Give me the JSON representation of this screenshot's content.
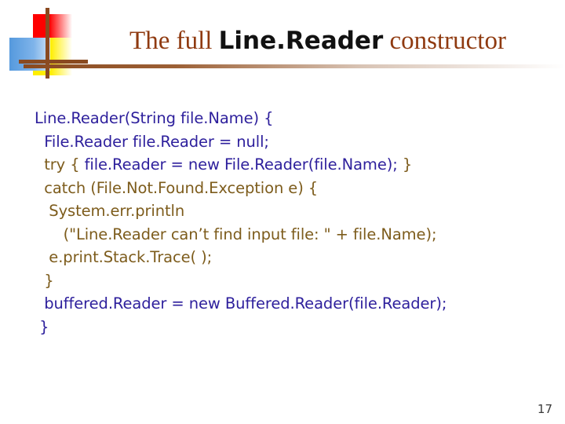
{
  "slide": {
    "title": {
      "segment_1": "The full ",
      "segment_2": "Line.Reader",
      "segment_3": " constructor"
    },
    "page_number": "17",
    "colors": {
      "title_serif": "#8f3a10",
      "title_bold": "#121212",
      "code_identifier": "#2d1f9c",
      "code_alternate": "#7d5c1c",
      "rule": "#8a4a20",
      "logo_red": "#fe0000",
      "logo_blue": "#5599dd",
      "logo_yellow": "#ffee00",
      "logo_bar": "#8a4a20"
    },
    "code_lines": [
      [
        {
          "text": "Line.Reader(String file.Name) {",
          "style": "id"
        }
      ],
      [
        {
          "text": "  File.Reader file.Reader = null;",
          "style": "id"
        }
      ],
      [
        {
          "text": "  try { ",
          "style": "alt"
        },
        {
          "text": "file.Reader = new File.Reader(file.Name); ",
          "style": "id"
        },
        {
          "text": "}",
          "style": "alt"
        }
      ],
      [
        {
          "text": "  catch (File.Not.Found.Exception e) {",
          "style": "alt"
        }
      ],
      [
        {
          "text": "   System.err.println",
          "style": "alt"
        }
      ],
      [
        {
          "text": "      (\"Line.Reader can’t find input file: \" + file.Name);",
          "style": "alt"
        }
      ],
      [
        {
          "text": "   e.print.Stack.Trace( );",
          "style": "alt"
        }
      ],
      [
        {
          "text": "  }",
          "style": "alt"
        }
      ],
      [
        {
          "text": "  buffered.Reader = new Buffered.Reader(file.Reader);",
          "style": "id"
        }
      ],
      [
        {
          "text": " }",
          "style": "id"
        }
      ]
    ]
  }
}
